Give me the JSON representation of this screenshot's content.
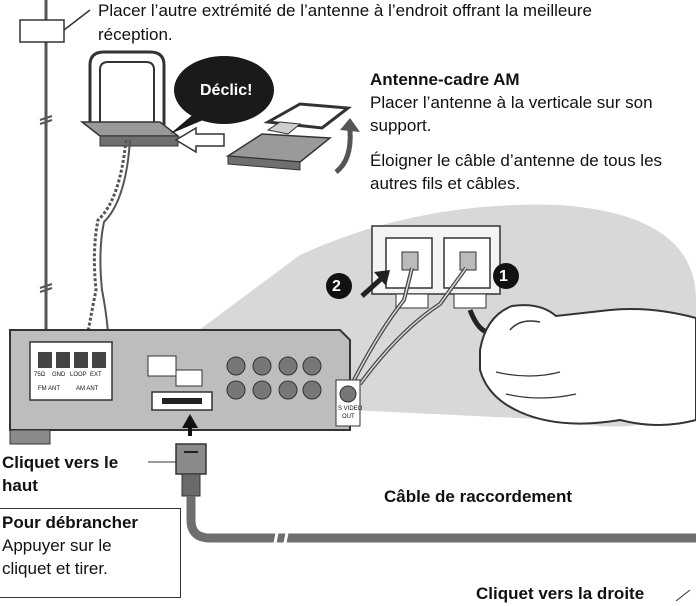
{
  "top_note": {
    "line1": "Placer l’autre extrémité de l’antenne à l’endroit offrant la meilleure",
    "line2": "réception."
  },
  "click_bubble": "Déclic!",
  "am_antenna": {
    "title": "Antenne-cadre AM",
    "line1": "Placer l’antenne à la verticale sur son",
    "line2": "support.",
    "line3": "Éloigner le câble d’antenne de tous les",
    "line4": "autres fils et câbles."
  },
  "step_markers": {
    "step1": "1",
    "step2": "2"
  },
  "terminal_labels": {
    "t1": "75Ω",
    "t2": "GND",
    "t3": "LOOP",
    "t4": "EXT",
    "fm": "FM ANT",
    "am": "AM ANT",
    "svideo1": "S VIDEO",
    "svideo2": "OUT"
  },
  "latch_up": {
    "line1": "Cliquet vers le",
    "line2": "haut"
  },
  "cable_label": "Câble de raccordement",
  "disconnect": {
    "title": "Pour débrancher",
    "line1": "Appuyer sur le",
    "line2": "cliquet et tirer."
  },
  "latch_right": "Cliquet vers la droite",
  "colors": {
    "ink": "#111111",
    "bubble": "#1a1a1a",
    "zoom": "#d8d8d8",
    "cable": "#6e6e6e",
    "panel": "#bdbdbd"
  }
}
